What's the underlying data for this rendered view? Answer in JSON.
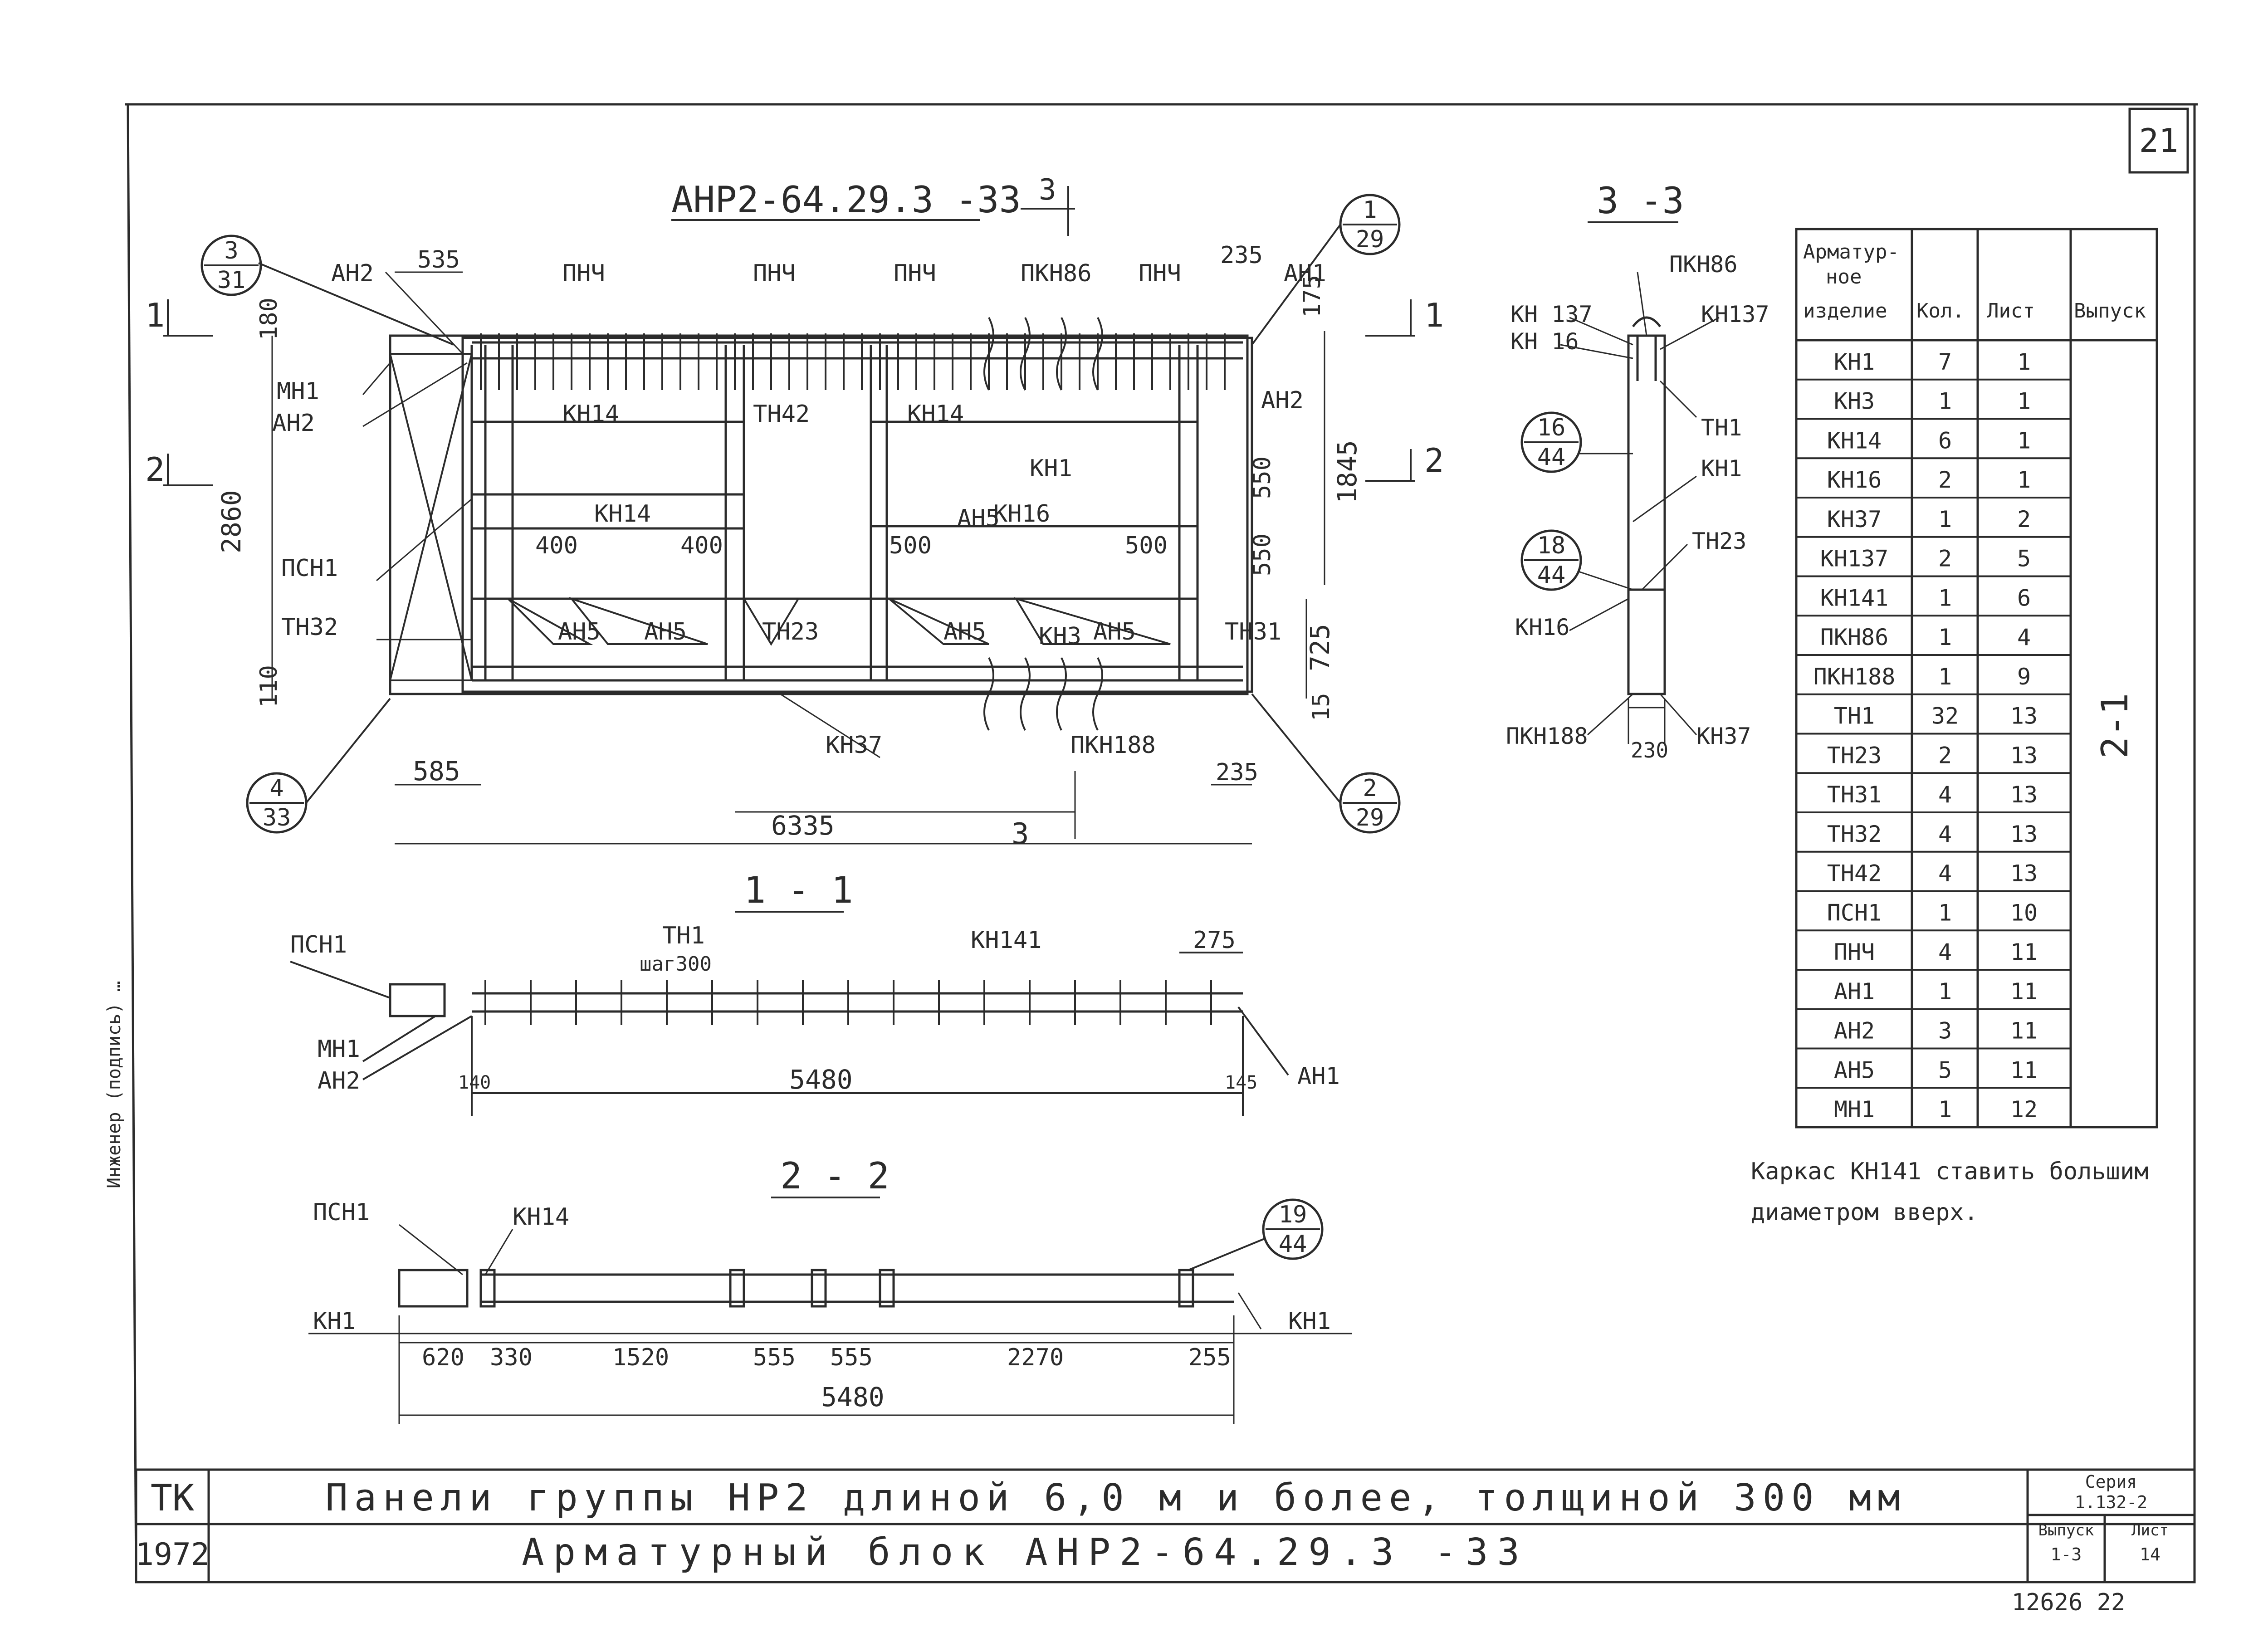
{
  "sheet": {
    "sheet_number": "21",
    "stamp": "12626  22"
  },
  "main_view": {
    "title": "АНР2-64.29.3 -33",
    "cut_3_top": "3",
    "cut_3_bottom": "3",
    "cut_1_left": "1",
    "cut_1_right": "1",
    "cut_2_left": "2",
    "cut_2_right": "2",
    "bubbles": {
      "b1": {
        "top": "3",
        "bottom": "31"
      },
      "b2": {
        "top": "4",
        "bottom": "33"
      },
      "b3": {
        "top": "1",
        "bottom": "29"
      },
      "b4": {
        "top": "2",
        "bottom": "29"
      }
    },
    "labels": {
      "ah2_top": "АН2",
      "mh1": "МН1",
      "ah2_mid": "АН2",
      "pch1": "ПСН1",
      "th32": "ТН32",
      "pnch_1": "ПНЧ",
      "pnch_2": "ПНЧ",
      "pnch_3": "ПНЧ",
      "pkn86": "ПКН86",
      "pnch_4": "ПНЧ",
      "ah1": "АН1",
      "ah2_right": "АН2",
      "kn14_a": "КН14",
      "th42": "ТН42",
      "kn14_b": "КН14",
      "kn1": "КН1",
      "kn14_c": "КН14",
      "kn16": "КН16",
      "ah5_1": "АН5",
      "ah5_2": "АН5",
      "th23": "ТН23",
      "ah5_3": "АН5",
      "kn3": "КН3",
      "ah5_4": "АН5",
      "ah5_5": "АН5",
      "th31": "ТН31",
      "kn37": "КН37",
      "pkn188": "ПКН188"
    },
    "dims": {
      "d535": "535",
      "d235_top": "235",
      "d180": "180",
      "d175": "175",
      "d2860": "2860",
      "d1845": "1845",
      "d550_a": "550",
      "d550_b": "550",
      "d725": "725",
      "d15": "15",
      "d110": "110",
      "d400_a": "400",
      "d400_b": "400",
      "d500_a": "500",
      "d500_b": "500",
      "d585": "585",
      "d235_bot": "235",
      "d6335": "6335"
    }
  },
  "section_1_1": {
    "title": "1 - 1",
    "labels": {
      "pch1": "ПСН1",
      "mh1": "МН1",
      "ah2": "АН2",
      "th1": "ТН1",
      "step": "шаг300",
      "kn141": "КН141",
      "ah1": "АН1"
    },
    "dims": {
      "d275": "275",
      "d140": "140",
      "d5480": "5480",
      "d145": "145"
    }
  },
  "section_2_2": {
    "title": "2 - 2",
    "bubble": {
      "top": "19",
      "bottom": "44"
    },
    "labels": {
      "pch1": "ПСН1",
      "kn14": "КН14",
      "kn1_left": "КН1",
      "kn1_right": "КН1"
    },
    "dims": {
      "d620": "620",
      "d330": "330",
      "d1520": "1520",
      "d555_a": "555",
      "d555_b": "555",
      "d2270": "2270",
      "d255": "255",
      "d5480": "5480"
    }
  },
  "section_3_3": {
    "title": "3 -3",
    "bubble_a": {
      "top": "16",
      "bottom": "44"
    },
    "bubble_b": {
      "top": "18",
      "bottom": "44"
    },
    "labels": {
      "pkn86": "ПКН86",
      "kn137_l": "КН 137",
      "kn16_l": "КН 16",
      "kn137_r": "КН137",
      "th1": "ТН1",
      "kn1": "КН1",
      "th23": "ТН23",
      "kn16_b": "КН16",
      "pkn188": "ПКН188",
      "kn37": "КН37"
    },
    "dims": {
      "d230": "230"
    }
  },
  "spec_table": {
    "headers": [
      "Арматур-ное изделие",
      "Кол.",
      "Лист",
      "Выпуск"
    ],
    "header_item_lines": [
      "Арматур-",
      "ное",
      "изделие"
    ],
    "vypusk_value": "2-1",
    "rows": [
      [
        "КН1",
        "7",
        "1"
      ],
      [
        "КН3",
        "1",
        "1"
      ],
      [
        "КН14",
        "6",
        "1"
      ],
      [
        "КН16",
        "2",
        "1"
      ],
      [
        "КН37",
        "1",
        "2"
      ],
      [
        "КН137",
        "2",
        "5"
      ],
      [
        "КН141",
        "1",
        "6"
      ],
      [
        "ПКН86",
        "1",
        "4"
      ],
      [
        "ПКН188",
        "1",
        "9"
      ],
      [
        "ТН1",
        "32",
        "13"
      ],
      [
        "ТН23",
        "2",
        "13"
      ],
      [
        "ТН31",
        "4",
        "13"
      ],
      [
        "ТН32",
        "4",
        "13"
      ],
      [
        "ТН42",
        "4",
        "13"
      ],
      [
        "ПСН1",
        "1",
        "10"
      ],
      [
        "ПНЧ",
        "4",
        "11"
      ],
      [
        "АН1",
        "1",
        "11"
      ],
      [
        "АН2",
        "3",
        "11"
      ],
      [
        "АН5",
        "5",
        "11"
      ],
      [
        "МН1",
        "1",
        "12"
      ]
    ]
  },
  "note": {
    "line1": "Каркас КН141 ставить большим",
    "line2": "диаметром вверх."
  },
  "title_block": {
    "org": "ТК",
    "year": "1972",
    "title_line1": "Панели группы НР2 длиной 6,0 м и более, толщиной 300 мм",
    "title_line2": "Арматурный блок АНР2-64.29.3 -33",
    "series_label": "Серия",
    "series_value": "1.132-2",
    "issue_label": "Выпуск",
    "issue_value": "1-3",
    "sheet_label": "Лист",
    "sheet_value": "14"
  },
  "margin_text": "Инженер (подпись) …"
}
